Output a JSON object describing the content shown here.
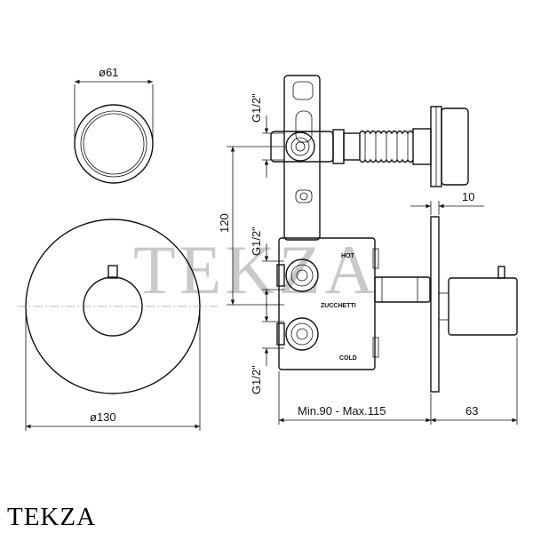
{
  "watermark": "TEKZA",
  "brand_caption": "TEKZA",
  "dimensions": {
    "diameter_small": "ø61",
    "diameter_plate": "ø130",
    "thread_top": "G1/2\"",
    "thread_middle": "G1/2\"",
    "thread_bottom": "G1/2\"",
    "height_120": "120",
    "plate_10": "10",
    "depth_range": "Min.90 - Max.115",
    "depth_63": "63"
  },
  "valve_labels": {
    "hot": "HOT",
    "brand": "ZUCCHETTI",
    "cold": "COLD"
  }
}
